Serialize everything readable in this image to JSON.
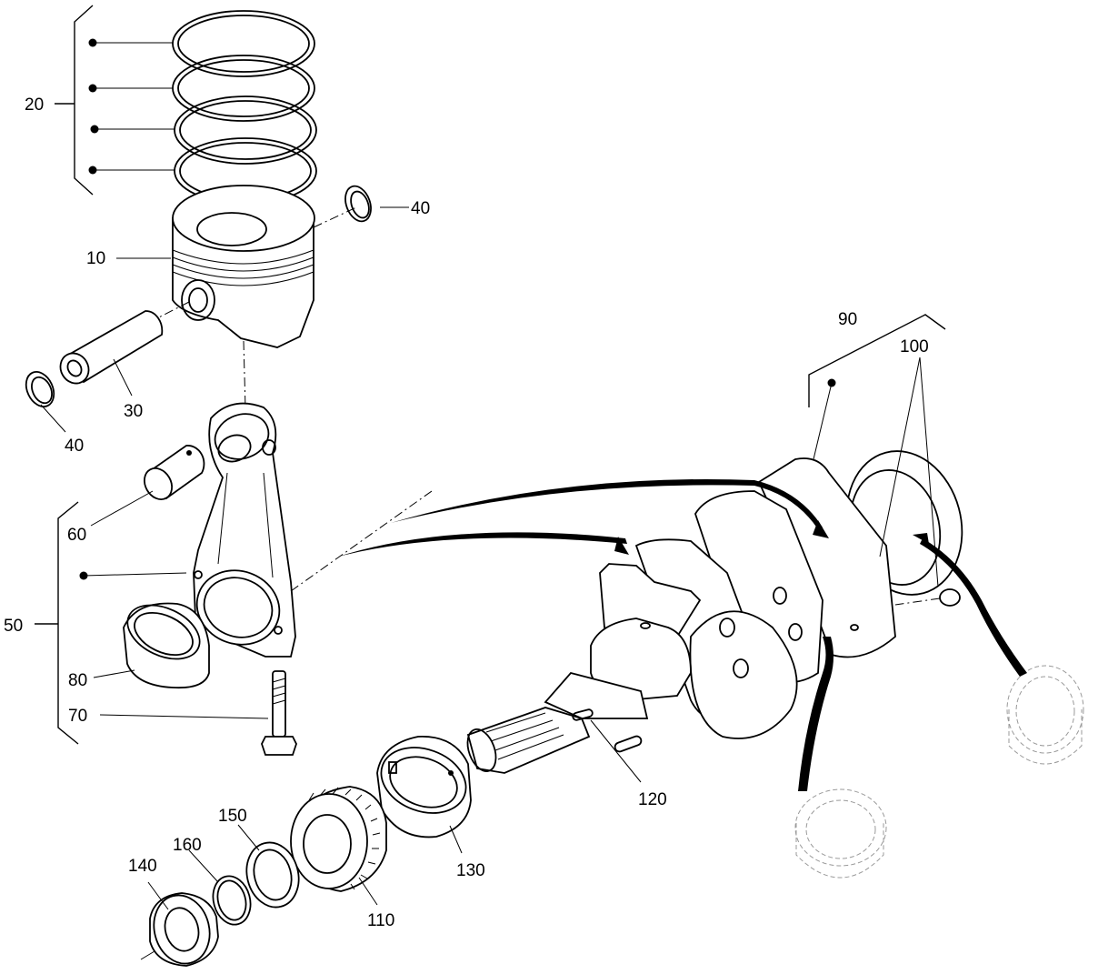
{
  "diagram": {
    "callouts": [
      {
        "id": "c20",
        "text": "20"
      },
      {
        "id": "c10",
        "text": "10"
      },
      {
        "id": "c40a",
        "text": "40"
      },
      {
        "id": "c30",
        "text": "30"
      },
      {
        "id": "c40b",
        "text": "40"
      },
      {
        "id": "c60",
        "text": "60"
      },
      {
        "id": "c50",
        "text": "50"
      },
      {
        "id": "c80",
        "text": "80"
      },
      {
        "id": "c70",
        "text": "70"
      },
      {
        "id": "c90",
        "text": "90"
      },
      {
        "id": "c100",
        "text": "100"
      },
      {
        "id": "c120",
        "text": "120"
      },
      {
        "id": "c130",
        "text": "130"
      },
      {
        "id": "c150",
        "text": "150"
      },
      {
        "id": "c160",
        "text": "160"
      },
      {
        "id": "c140",
        "text": "140"
      },
      {
        "id": "c110",
        "text": "110"
      }
    ]
  }
}
